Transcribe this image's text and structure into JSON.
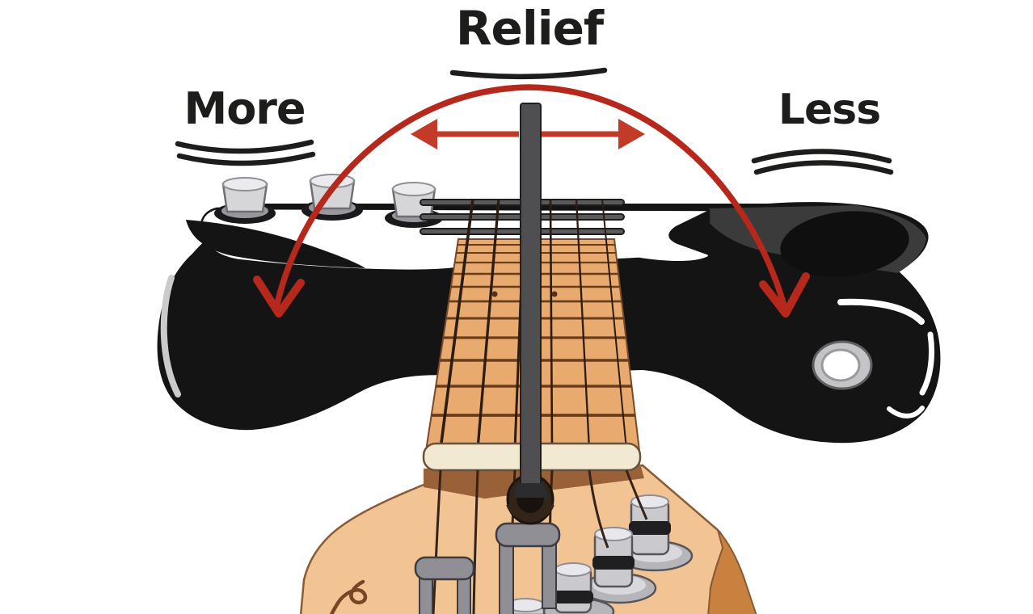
{
  "title": {
    "text": "Relief"
  },
  "annotations": {
    "more_label": "More",
    "less_label": "Less"
  },
  "icons": {
    "relief_arc": "curved-arc-with-down-arrowheads",
    "turn_arrow": "horizontal-double-headed-arrow",
    "wrench": "truss-rod-allen-wrench",
    "underline_relief": "single-curved-underline",
    "underline_more": "double-curved-underline-sag",
    "underline_less": "double-curved-underline-arch"
  },
  "colors": {
    "background": "#ffffff",
    "text": "#1d1d1b",
    "arc_red": "#b5281b",
    "arrow_red": "#c23a28",
    "body_black": "#141414",
    "body_charcoal": "#3b3b3b",
    "fretboard": "#e8aa6e",
    "fret_line": "#6b3c1c",
    "headstock": "#f3c493",
    "headstock_bevel": "#c9813f",
    "nut": "#f1e9d2",
    "neck_band": "#996138",
    "wrench": "#4f4f51",
    "tuner_gray": "#d6d6d8",
    "string_brown": "#33231a"
  }
}
